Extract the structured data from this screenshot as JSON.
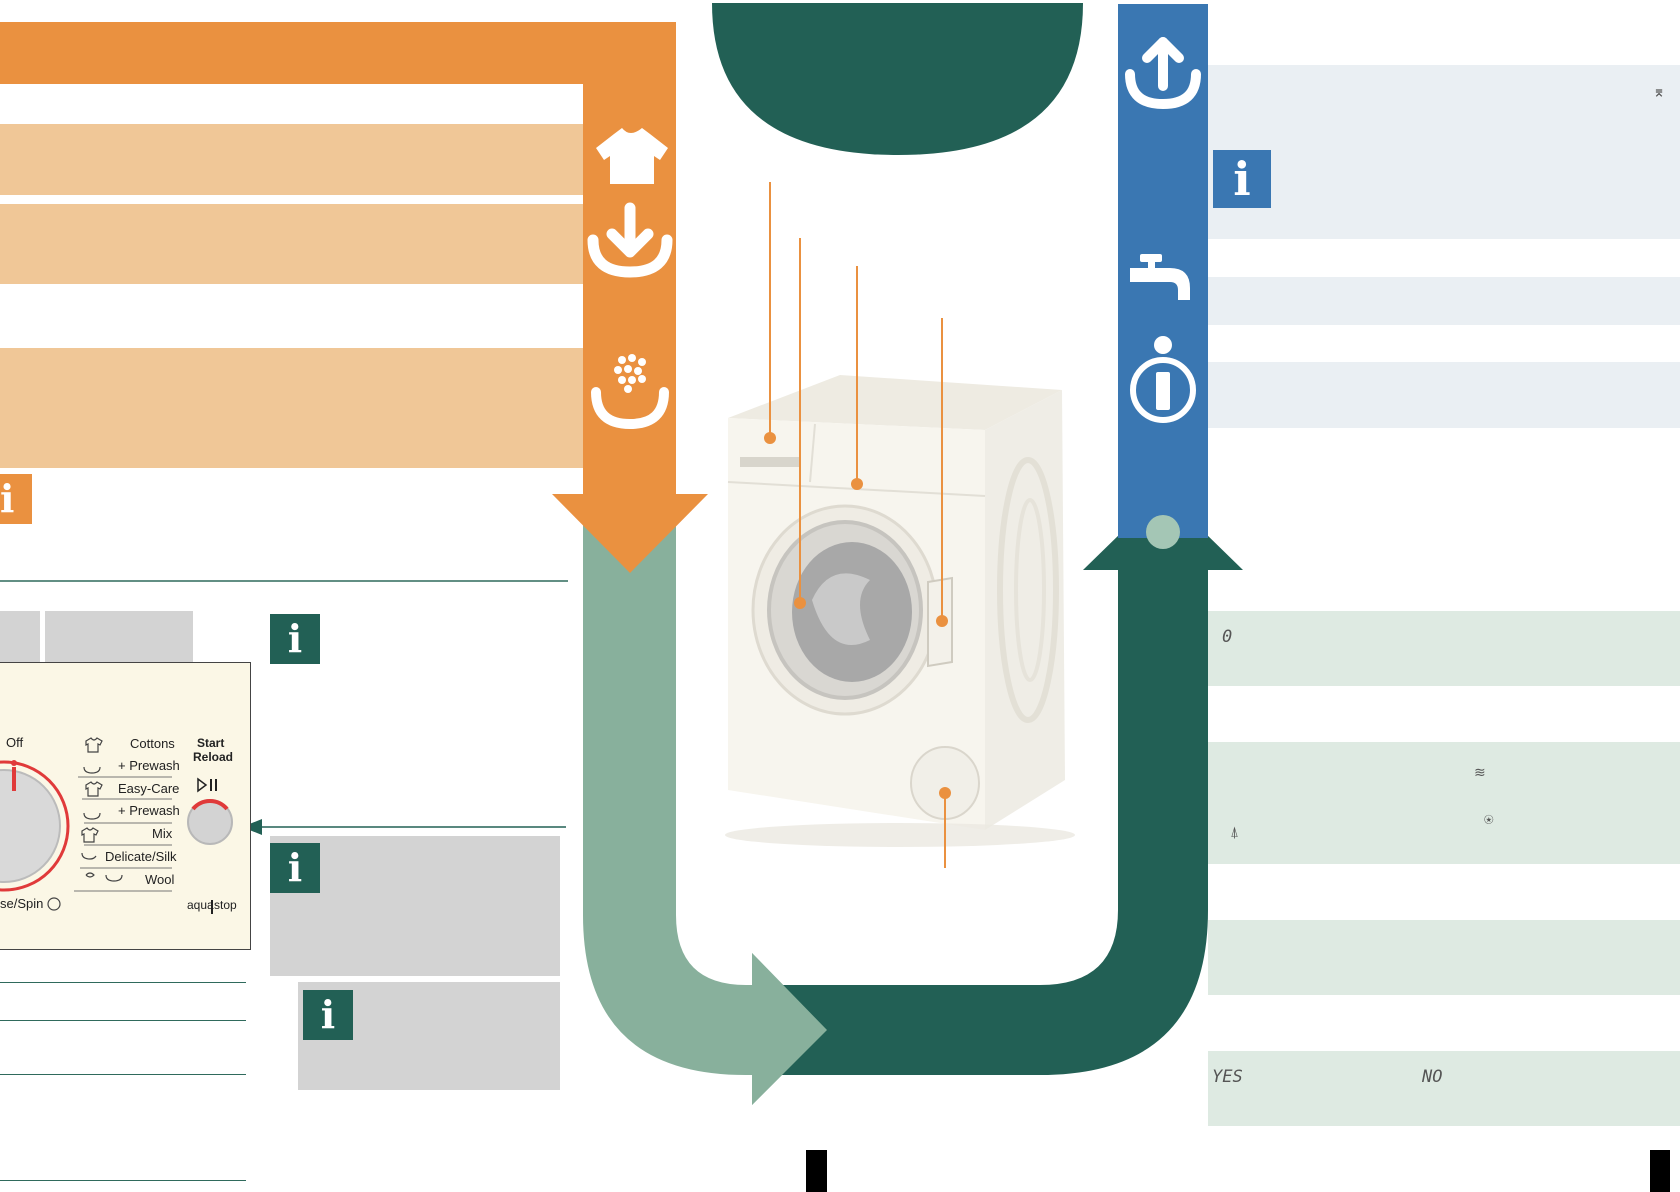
{
  "panel": {
    "off": "Off",
    "start": "Start",
    "reload": "Reload",
    "rinse_spin": "se/Spin",
    "aquastop_left": "aqua",
    "aquastop_right": "stop",
    "programmes": [
      "Cottons",
      "+ Prewash",
      "Easy-Care",
      "+ Prewash",
      "Mix",
      "Delicate/Silk",
      "Wool"
    ]
  },
  "display": {
    "zero": "0",
    "yes": "YES",
    "no": "NO"
  },
  "colors": {
    "orange": "#ea9140",
    "light_orange": "#f0c797",
    "blue": "#3a77b2",
    "dark_green": "#226055",
    "light_green": "#88b09c"
  },
  "icons": [
    "tshirt-icon",
    "load-down-icon",
    "detergent-icon",
    "unload-up-icon",
    "tap-icon",
    "info-circle-icon",
    "info-icon"
  ]
}
